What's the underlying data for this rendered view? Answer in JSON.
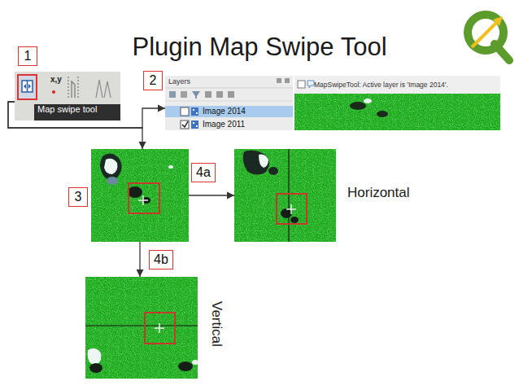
{
  "diagram": {
    "title": "Plugin Map Swipe Tool",
    "nodes": [
      {
        "text": [
          "1",
          "x,y",
          "Map swipe tool"
        ]
      },
      {
        "text": [
          "2",
          "Layers",
          "Image 2014",
          "Image 2011"
        ]
      },
      {
        "text": [
          "MapSwipeTool: Active layer is 'Image 2014'."
        ]
      },
      {
        "text": [
          "3"
        ]
      },
      {
        "text": [
          "4a",
          "Horizontal"
        ]
      },
      {
        "text": [
          "4b",
          "Vertical"
        ]
      }
    ],
    "edges": [
      {
        "from": 0,
        "to": 1,
        "arrow": "to"
      },
      {
        "from": 0,
        "to": 3,
        "arrow": "to"
      },
      {
        "from": 3,
        "to": 4,
        "arrow": "to"
      },
      {
        "from": 3,
        "to": 5,
        "arrow": "to"
      }
    ]
  }
}
